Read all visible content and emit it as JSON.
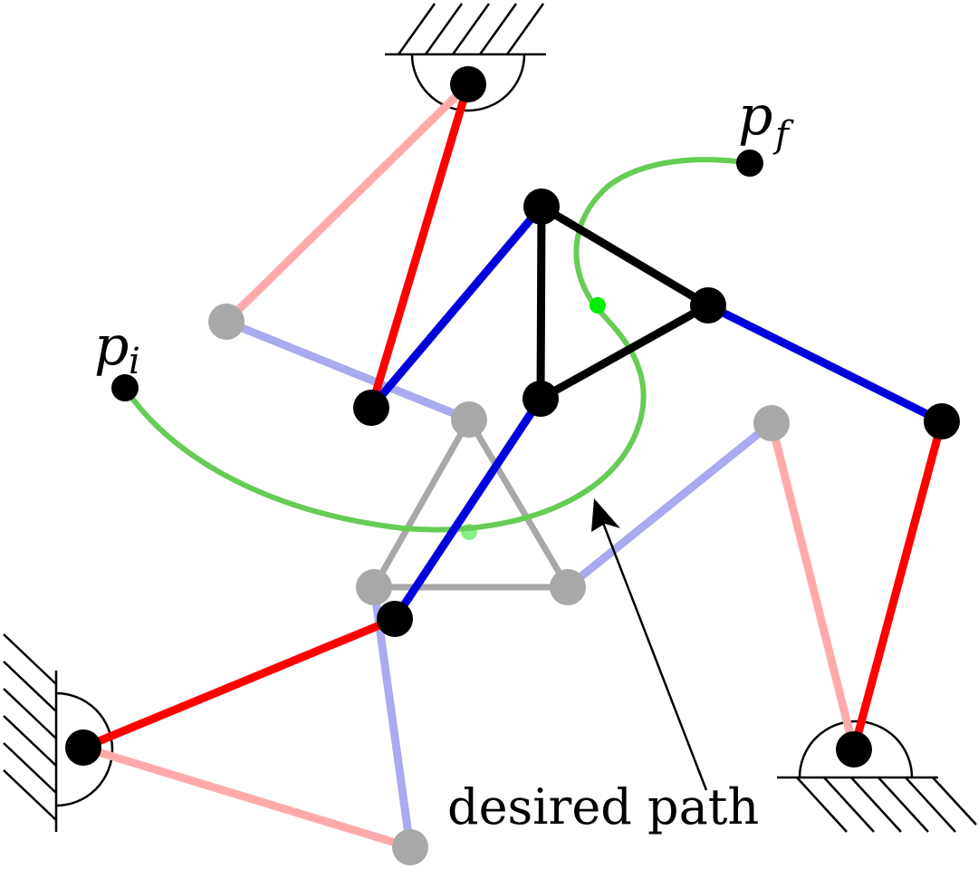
{
  "labels": {
    "pi_base": "p",
    "pi_sub": "i",
    "pf_base": "p",
    "pf_sub": "f",
    "desired_path": "desired path"
  },
  "colors": {
    "red": "#ff0000",
    "blue": "#0000dd",
    "faded_red": "#ffaaaa",
    "faded_blue": "#aaaaf0",
    "gray": "#a8a8a8",
    "black": "#000000",
    "green": "#66cc55",
    "bright_green": "#00ee00",
    "faded_green": "#88ee88"
  }
}
